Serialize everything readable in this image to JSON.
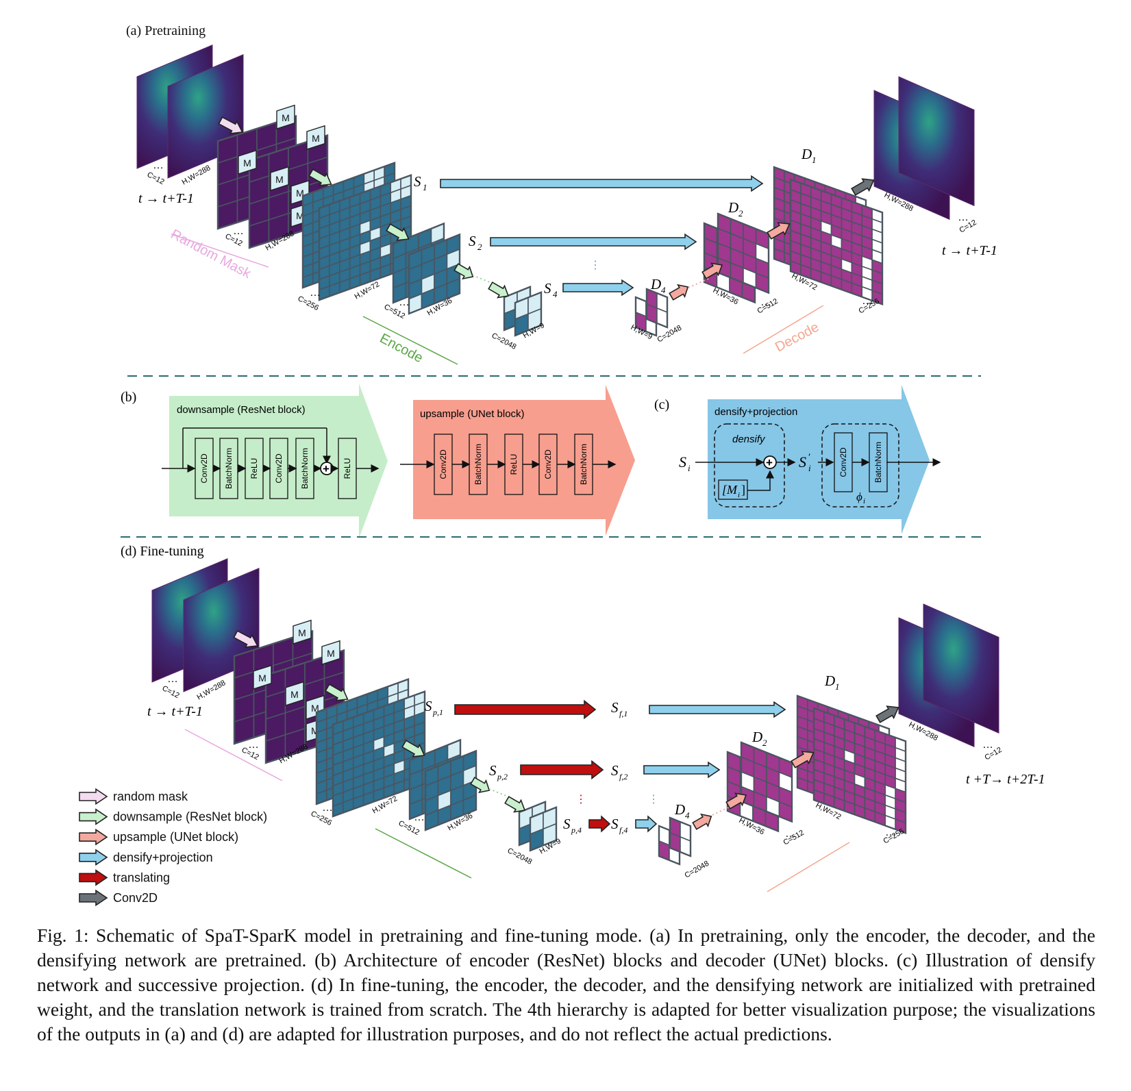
{
  "colors": {
    "encoder_cell": "#2f6f8f",
    "encoder_cell_masked": "#d7eef5",
    "decoder_cell": "#a0388f",
    "decoder_cell_masked": "#ffffff",
    "grid_line": "#4a5560",
    "input_dark": "#3d1252",
    "input_light": "#27a387",
    "arrow_random_mask": "#f4dcf0",
    "arrow_downsample": "#c8f0cd",
    "arrow_upsample": "#f4a99e",
    "arrow_densify": "#8fd0ec",
    "arrow_translating": "#c00f0f",
    "arrow_conv2d": "#6b7378",
    "panel_b_green": "#c5edc9",
    "panel_b_red": "#f79e8e",
    "panel_c_blue": "#86c6e7",
    "encode_text": "#5aa646",
    "decode_text": "#f4a68f",
    "random_mask_text": "#e8a7e0"
  },
  "panel_a": {
    "label": "(a) Pretraining",
    "input_dims": {
      "c": "C=12",
      "hw": "H,W=288"
    },
    "time_in": "t → t+T-1",
    "masked_dims": {
      "c": "C=12",
      "hw": "H,W=288"
    },
    "mask_letter": "M",
    "random_mask_label": "Random Mask",
    "enc1_dims": {
      "c": "C=256",
      "hw": "H,W=72"
    },
    "enc2_dims": {
      "c": "C=512",
      "hw": "H,W=36"
    },
    "enc3_dims": {
      "c": "C=2048",
      "hw": "H,W=9"
    },
    "encode_label": "Encode",
    "skip_labels": [
      "S",
      "S",
      "S"
    ],
    "skip_subs": [
      "1",
      "2",
      "4"
    ],
    "dec_labels": [
      "D",
      "D",
      "D"
    ],
    "dec_subs": [
      "1",
      "2",
      "4"
    ],
    "dec4_dims": {
      "hw": "H,W=9",
      "c": "C=2048"
    },
    "dec2_dims": {
      "hw": "H,W=36",
      "c": "C=512"
    },
    "dec1_dims": {
      "hw": "H,W=72",
      "c": "C=256"
    },
    "decode_label": "Decode",
    "output_dims": {
      "hw": "H,W=288",
      "c": "C=12"
    },
    "time_out": "t → t+T-1",
    "ellipsis": "⋮",
    "ellipsis_h": "…"
  },
  "panel_b": {
    "label": "(b)",
    "downsample_title": "downsample (ResNet block)",
    "downsample_blocks": [
      "Conv2D",
      "BatchNorm",
      "ReLU",
      "Conv2D",
      "BatchNorm",
      "ReLU"
    ],
    "upsample_title": "upsample (UNet block)",
    "upsample_blocks": [
      "Conv2D",
      "BatchNorm",
      "ReLU",
      "Conv2D",
      "BatchNorm"
    ],
    "plus": "+"
  },
  "panel_c": {
    "label": "(c)",
    "title": "densify+projection",
    "densify_label": "densify",
    "input": "S",
    "input_sub": "i",
    "mask": "[M",
    "mask_sub": "i",
    "mask_close": "]",
    "output": "S",
    "output_sup": "′",
    "output_sub": "i",
    "blocks": [
      "Conv2D",
      "BatchNorm"
    ],
    "phi": "ϕ",
    "phi_sub": "i"
  },
  "panel_d": {
    "label": "(d) Fine-tuning",
    "input_dims": {
      "c": "C=12",
      "hw": "H,W=288"
    },
    "time_in": "t → t+T-1",
    "masked_dims": {
      "c": "C=12",
      "hw": "H,W=288"
    },
    "enc1_dims": {
      "c": "C=256",
      "hw": "H,W=72"
    },
    "enc2_dims": {
      "c": "C=512",
      "hw": "H,W=36"
    },
    "enc3_dims": {
      "c": "C=2048",
      "hw": "H,W=9"
    },
    "sp_labels": [
      "S",
      "S",
      "S"
    ],
    "sp_subs": [
      "p,1",
      "p,2",
      "p,4"
    ],
    "sf_labels": [
      "S",
      "S",
      "S"
    ],
    "sf_subs": [
      "f,1",
      "f,2",
      "f,4"
    ],
    "dec_labels": [
      "D",
      "D",
      "D"
    ],
    "dec_subs": [
      "1",
      "2",
      "4"
    ],
    "dec4_dims": {
      "c": "C=2048"
    },
    "dec2_dims": {
      "hw": "H,W=36",
      "c": "C=512"
    },
    "dec1_dims": {
      "hw": "H,W=72",
      "c": "C=256"
    },
    "output_dims": {
      "hw": "H,W=288",
      "c": "C=12"
    },
    "time_out": "t +T→ t+2T-1"
  },
  "legend": [
    {
      "label": "random mask",
      "color_key": "arrow_random_mask"
    },
    {
      "label": "downsample (ResNet block)",
      "color_key": "arrow_downsample"
    },
    {
      "label": "upsample (UNet block)",
      "color_key": "arrow_upsample"
    },
    {
      "label": "densify+projection",
      "color_key": "arrow_densify"
    },
    {
      "label": "translating",
      "color_key": "arrow_translating"
    },
    {
      "label": "Conv2D",
      "color_key": "arrow_conv2d"
    }
  ],
  "caption": "Fig. 1: Schematic of SpaT-SparK model in pretraining and fine-tuning mode. (a) In pretraining, only the encoder, the decoder, and the densifying network are pretrained. (b) Architecture of encoder (ResNet) blocks and decoder (UNet) blocks. (c) Illustration of densify network and successive projection. (d) In fine-tuning, the encoder, the decoder, and the densifying network are initialized with pretrained weight, and the translation network is trained from scratch. The 4th hierarchy is adapted for better visualization purpose; the visualizations of the outputs in (a) and (d) are adapted for illustration purposes, and do not reflect the actual predictions."
}
